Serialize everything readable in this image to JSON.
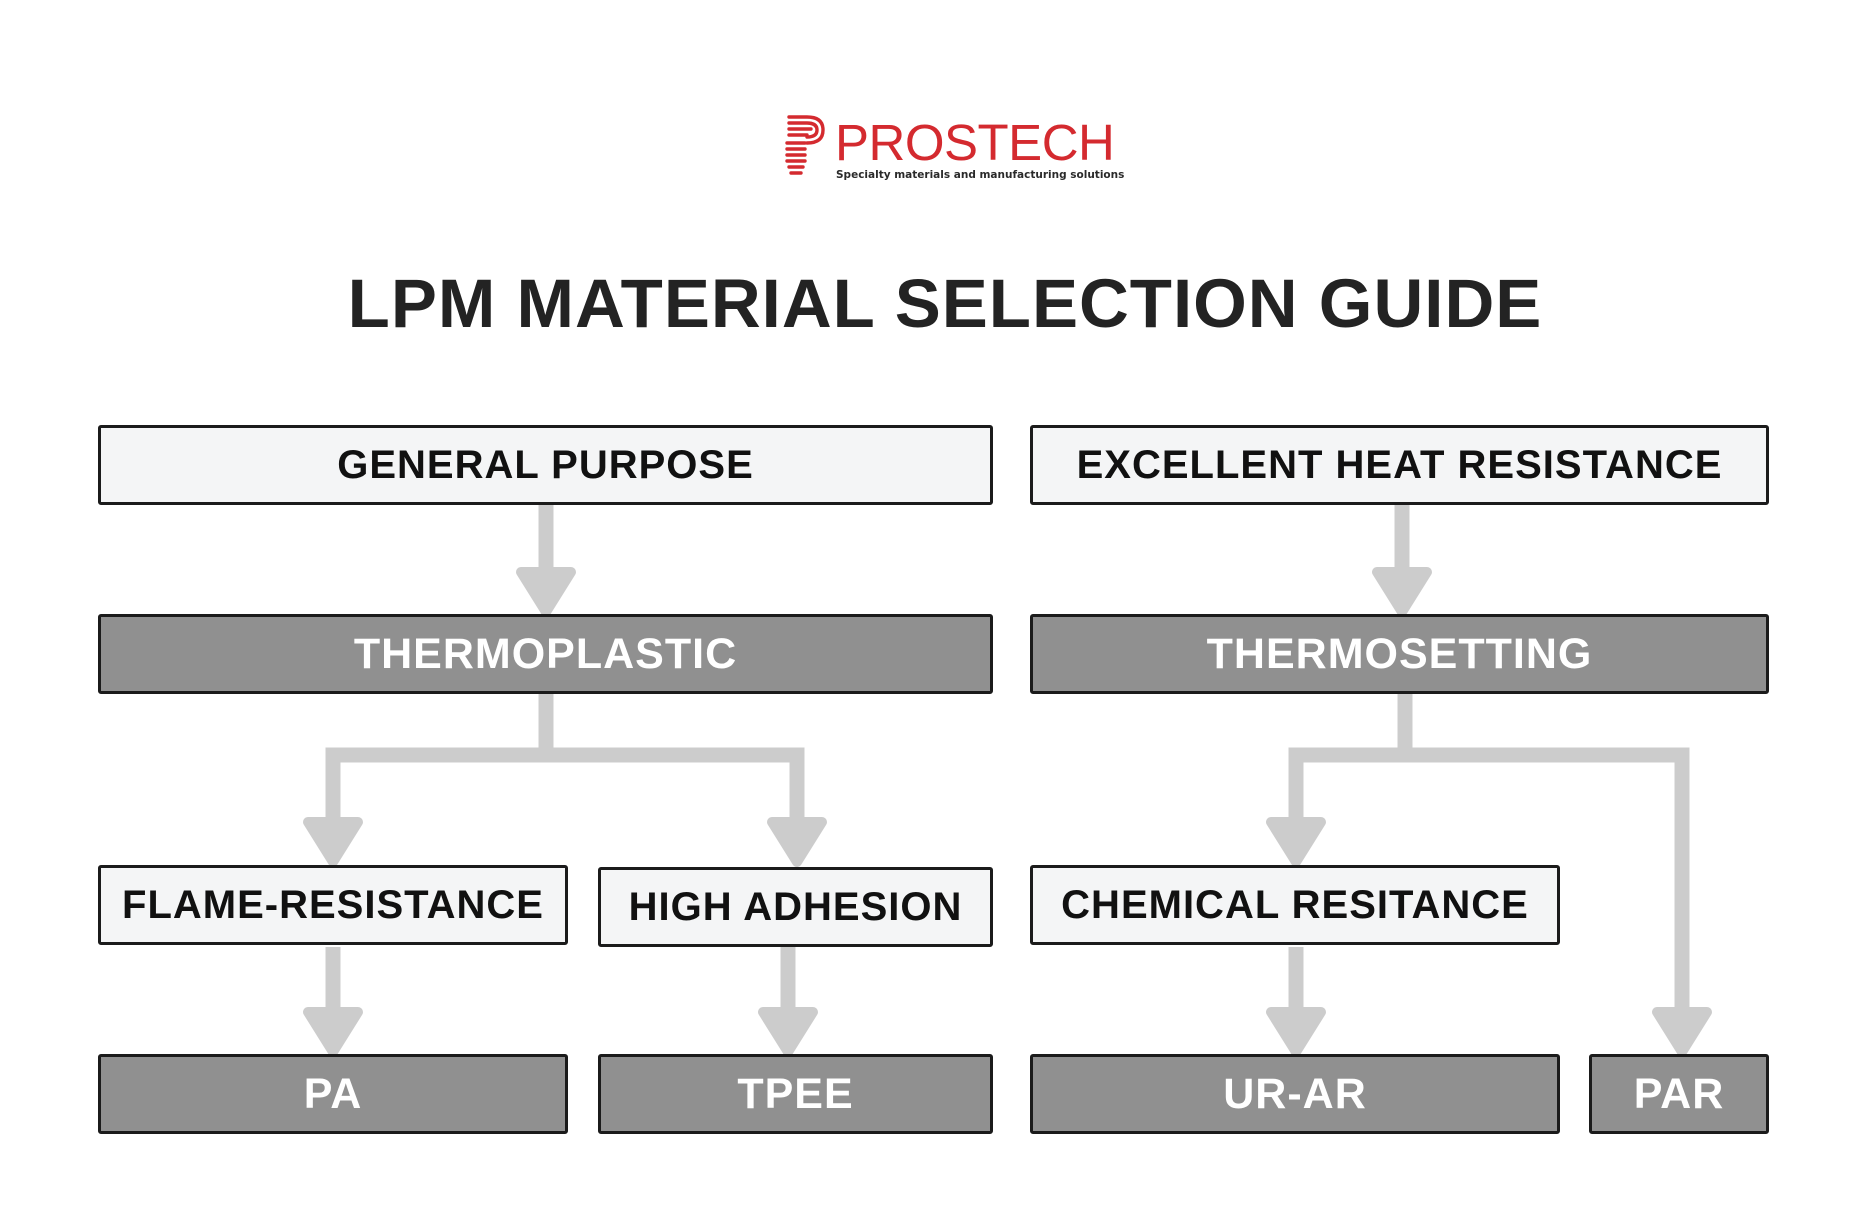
{
  "logo": {
    "name": "PROSTECH",
    "tagline": "Specialty materials and manufacturing solutions",
    "color": "#d42a2f"
  },
  "title": "LPM MATERIAL SELECTION GUIDE",
  "colors": {
    "light_fill": "#f4f5f6",
    "dark_fill": "#909090",
    "border": "#1b1b1b",
    "connector": "#cccccc"
  },
  "nodes": {
    "general_purpose": "GENERAL PURPOSE",
    "excellent_heat_resistance": "EXCELLENT HEAT RESISTANCE",
    "thermoplastic": "THERMOPLASTIC",
    "thermosetting": "THERMOSETTING",
    "flame_resistance": "FLAME-RESISTANCE",
    "high_adhesion": "HIGH ADHESION",
    "chemical_resitance": "CHEMICAL RESITANCE",
    "pa": "PA",
    "tpee": "TPEE",
    "ur_ar": "UR-AR",
    "par": "PAR"
  }
}
